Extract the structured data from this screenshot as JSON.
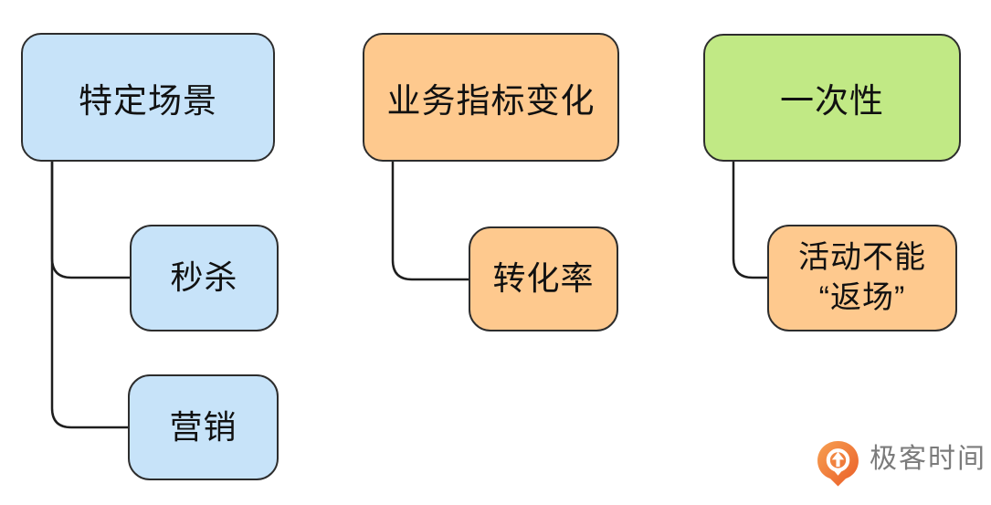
{
  "diagram": {
    "style": {
      "box_border_color": "#2d2d2d",
      "line_color": "#1e1e1e",
      "text_color": "#111111",
      "blue_fill": "#c7e3f9",
      "orange_fill": "#fec98e",
      "green_fill": "#c1e985"
    },
    "groups": [
      {
        "parent": {
          "label": "特定场景",
          "fill": "#c7e3f9"
        },
        "children": [
          {
            "label": "秒杀",
            "fill": "#c7e3f9"
          },
          {
            "label": "营销",
            "fill": "#c7e3f9"
          }
        ]
      },
      {
        "parent": {
          "label": "业务指标变化",
          "fill": "#fec98e"
        },
        "children": [
          {
            "label": "转化率",
            "fill": "#fec98e"
          }
        ]
      },
      {
        "parent": {
          "label": "一次性",
          "fill": "#c1e985"
        },
        "children": [
          {
            "label": "活动不能\n“返场”",
            "fill": "#fec98e"
          }
        ]
      }
    ]
  },
  "branding": {
    "logo_text": "极客时间",
    "logo_text_color": "#7b7b7b",
    "icon_gradient_start": "#f7a052",
    "icon_gradient_end": "#ea5d28"
  }
}
